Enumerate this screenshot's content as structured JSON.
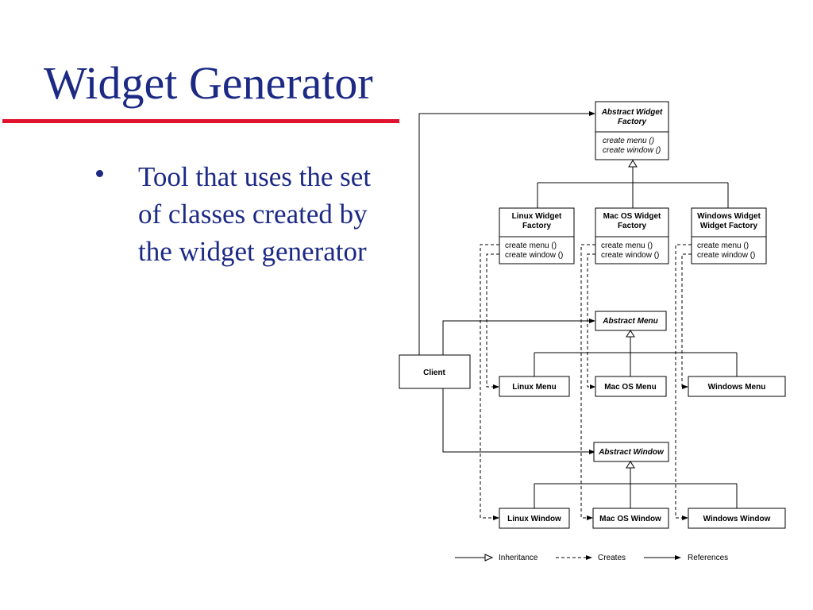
{
  "slide": {
    "title": "Widget Generator",
    "bullet": "Tool that uses the set of classes created by the widget generator"
  },
  "diagram": {
    "abstract_factory": {
      "name_line1": "Abstract Widget",
      "name_line2": "Factory",
      "op1": "create menu ()",
      "op2": "create window ()"
    },
    "linux_factory": {
      "name_line1": "Linux Widget",
      "name_line2": "Factory",
      "op1": "create menu ()",
      "op2": "create window ()"
    },
    "mac_factory": {
      "name_line1": "Mac OS Widget",
      "name_line2": "Factory",
      "op1": "create menu ()",
      "op2": "create window ()"
    },
    "windows_factory": {
      "name_line1": "Windows Widget",
      "name_line2": "Widget Factory",
      "op1": "create menu ()",
      "op2": "create window ()"
    },
    "client": "Client",
    "abstract_menu": "Abstract Menu",
    "linux_menu": "Linux Menu",
    "mac_menu": "Mac OS Menu",
    "windows_menu": "Windows Menu",
    "abstract_window": "Abstract Window",
    "linux_window": "Linux Window",
    "mac_window": "Mac OS Window",
    "windows_window": "Windows Window",
    "legend": {
      "inheritance": "Inheritance",
      "creates": "Creates",
      "references": "References"
    }
  },
  "colors": {
    "title_text": "#1c2a85",
    "rule": "#e0142e"
  }
}
